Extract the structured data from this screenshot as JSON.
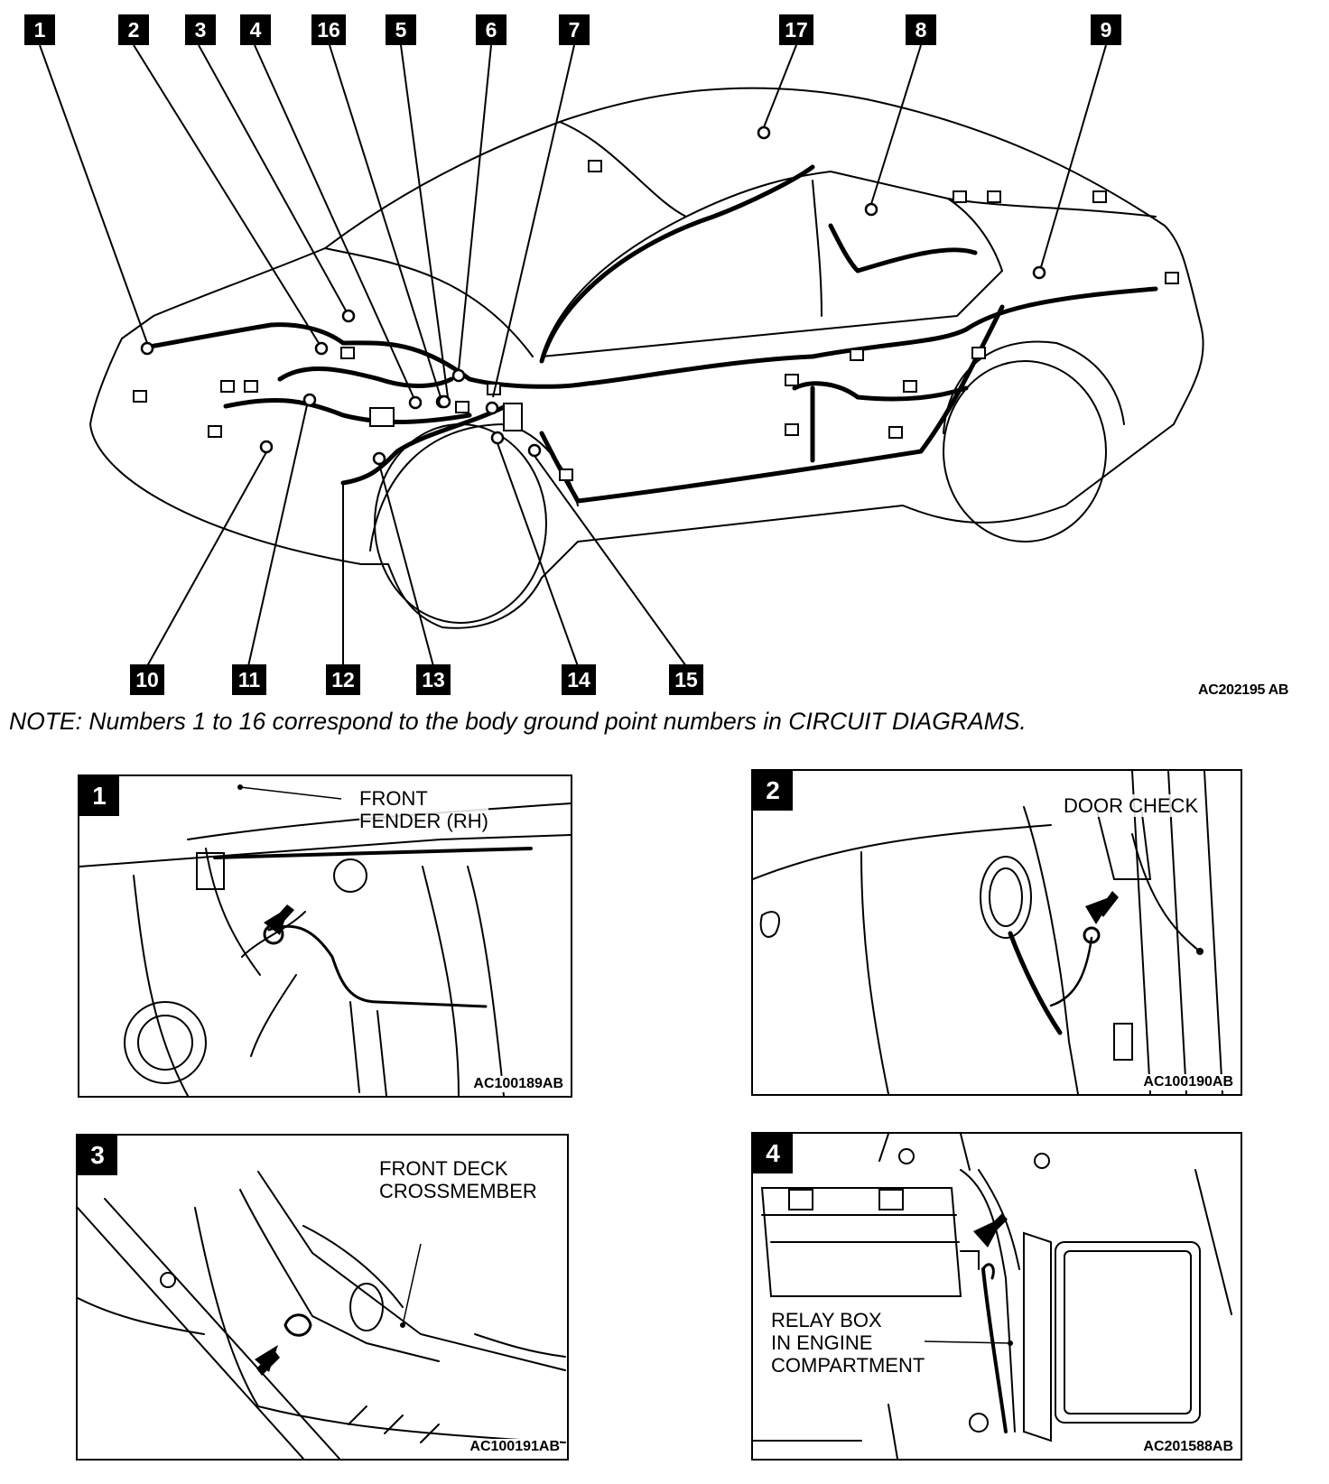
{
  "main_diagram": {
    "callouts_top": [
      "1",
      "2",
      "3",
      "4",
      "16",
      "5",
      "6",
      "7",
      "17",
      "8",
      "9"
    ],
    "callouts_bottom": [
      "10",
      "11",
      "12",
      "13",
      "14",
      "15"
    ],
    "reference": "AC202195 AB"
  },
  "note": "NOTE: Numbers 1 to 16 correspond to the body ground point numbers in CIRCUIT DIAGRAMS.",
  "panels": [
    {
      "number": "1",
      "label": "FRONT\nFENDER (RH)",
      "reference": "AC100189AB"
    },
    {
      "number": "2",
      "label": "DOOR CHECK",
      "reference": "AC100190AB"
    },
    {
      "number": "3",
      "label": "FRONT DECK\nCROSSMEMBER",
      "reference": "AC100191AB"
    },
    {
      "number": "4",
      "label": "RELAY BOX\nIN ENGINE\nCOMPARTMENT",
      "reference": "AC201588AB"
    }
  ],
  "icons": [
    "ground-point-icon",
    "pointer-arrow-icon",
    "connector-icon"
  ]
}
